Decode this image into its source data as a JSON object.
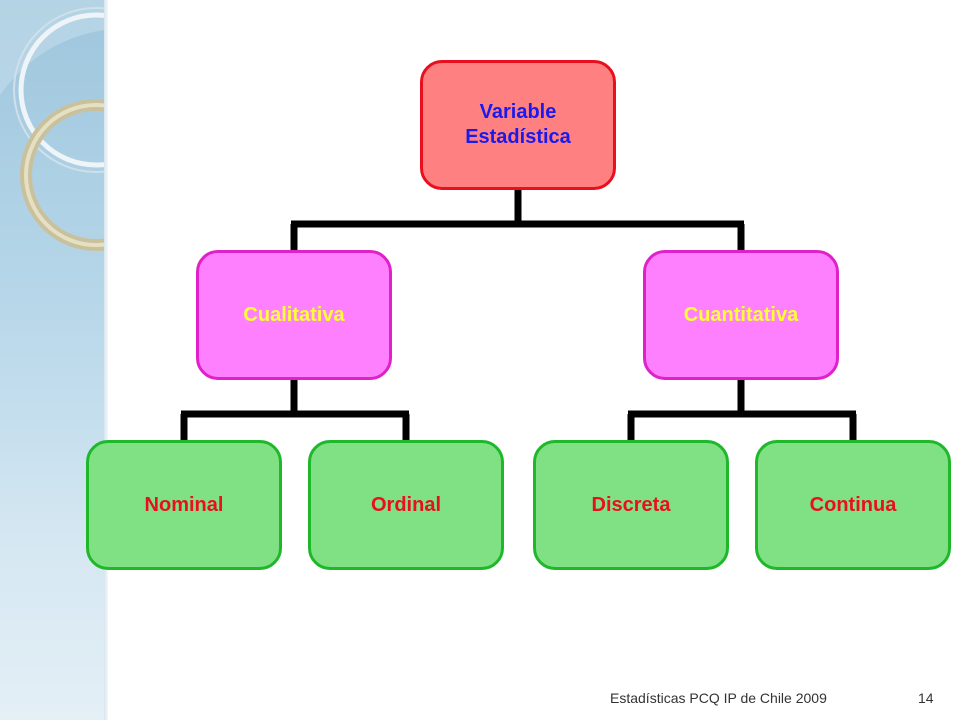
{
  "diagram": {
    "root": {
      "label": "Variable\nEstadística"
    },
    "branches": [
      {
        "label": "Cualitativa",
        "children": [
          {
            "label": "Nominal"
          },
          {
            "label": "Ordinal"
          }
        ]
      },
      {
        "label": "Cuantitativa",
        "children": [
          {
            "label": "Discreta"
          },
          {
            "label": "Continua"
          }
        ]
      }
    ]
  },
  "footer": {
    "text": "Estadísticas PCQ IP de Chile 2009",
    "page_number": "14"
  },
  "colors": {
    "root_fill": "#ff8080",
    "root_border": "#e8101e",
    "root_text": "#1a1aee",
    "level1_fill": "#ff80ff",
    "level1_border": "#e020c8",
    "level1_text": "#ffff33",
    "level2_fill": "#7fe084",
    "level2_border": "#1fb82a",
    "level2_text": "#e8101e",
    "connector": "#000000"
  }
}
